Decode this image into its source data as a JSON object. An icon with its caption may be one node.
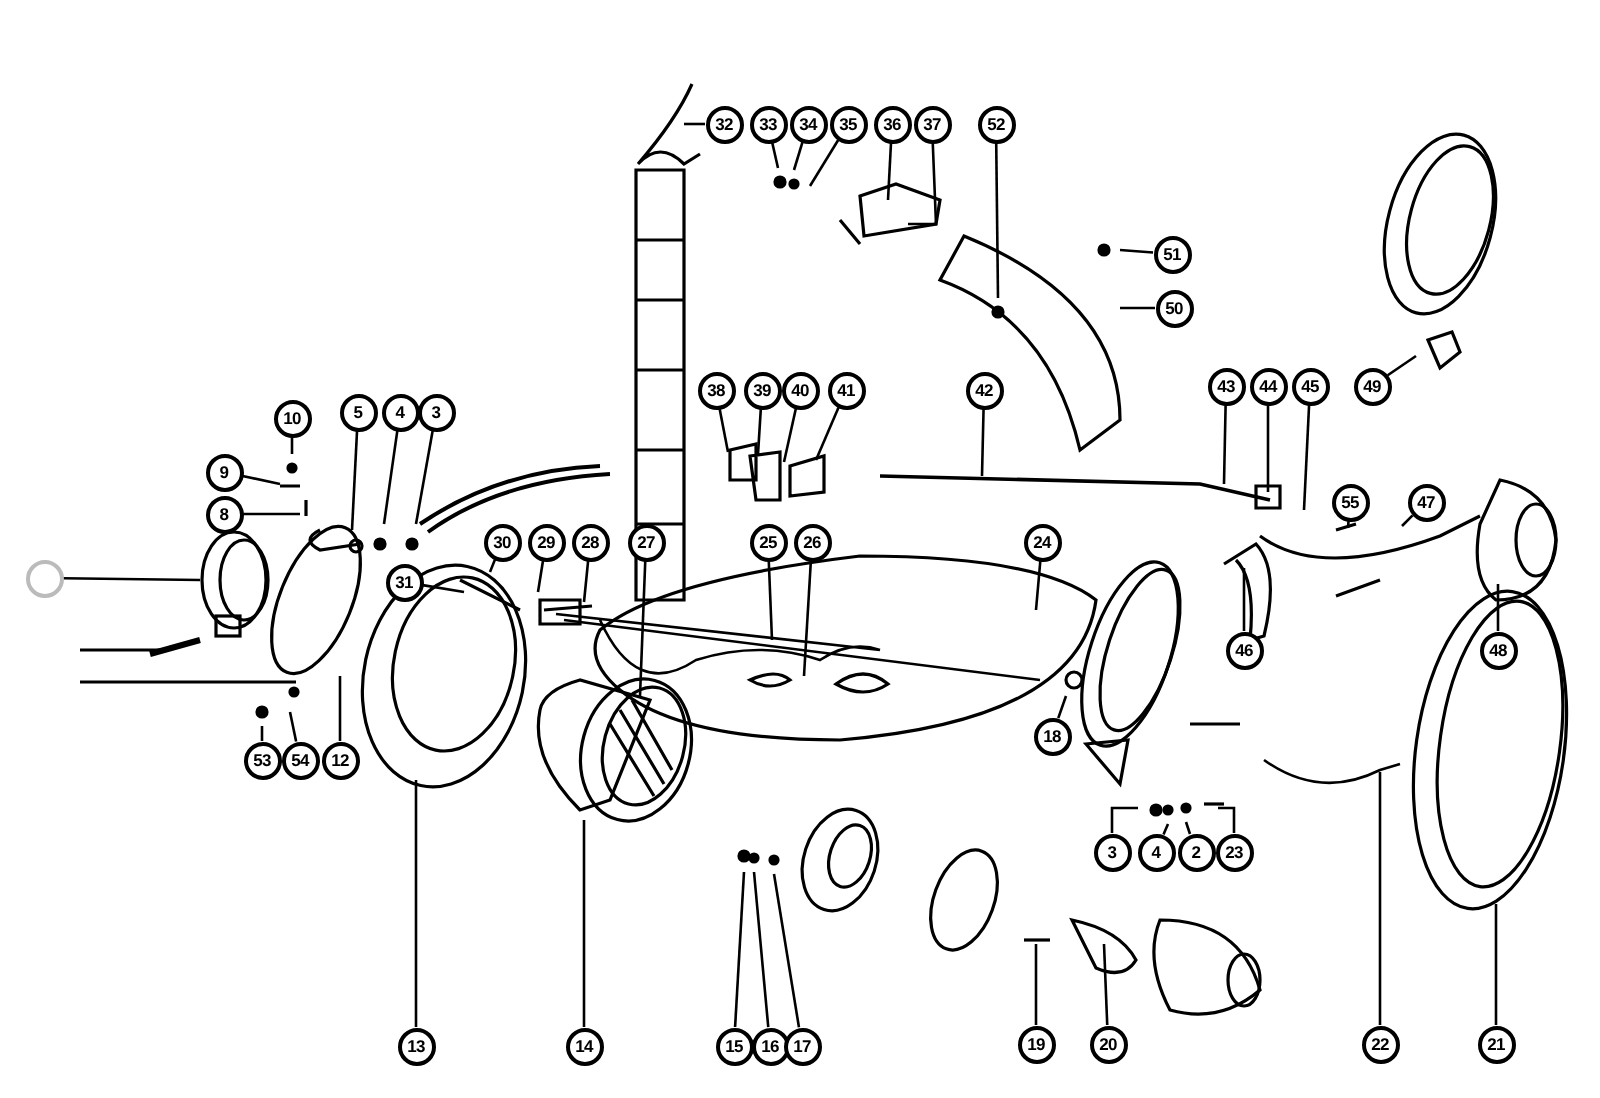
{
  "diagram": {
    "nodes": [
      {
        "text": [],
        "shape": "circle"
      },
      {
        "text": [
          "10"
        ]
      },
      {
        "text": [
          "9"
        ]
      },
      {
        "text": [
          "8"
        ]
      },
      {
        "text": [
          "5"
        ]
      },
      {
        "text": [
          "4"
        ]
      },
      {
        "text": [
          "3"
        ]
      },
      {
        "text": [
          "31"
        ]
      },
      {
        "text": [
          "30"
        ]
      },
      {
        "text": [
          "29"
        ]
      },
      {
        "text": [
          "28"
        ]
      },
      {
        "text": [
          "27"
        ]
      },
      {
        "text": [
          "25"
        ]
      },
      {
        "text": [
          "26"
        ]
      },
      {
        "text": [
          "24"
        ]
      },
      {
        "text": [
          "18"
        ]
      },
      {
        "text": [
          "32"
        ]
      },
      {
        "text": [
          "33"
        ]
      },
      {
        "text": [
          "34"
        ]
      },
      {
        "text": [
          "35"
        ]
      },
      {
        "text": [
          "36"
        ]
      },
      {
        "text": [
          "37"
        ]
      },
      {
        "text": [
          "52"
        ]
      },
      {
        "text": [
          "51"
        ]
      },
      {
        "text": [
          "50"
        ]
      },
      {
        "text": [
          "38"
        ]
      },
      {
        "text": [
          "39"
        ]
      },
      {
        "text": [
          "40"
        ]
      },
      {
        "text": [
          "41"
        ]
      },
      {
        "text": [
          "42"
        ]
      },
      {
        "text": [
          "43"
        ]
      },
      {
        "text": [
          "44"
        ]
      },
      {
        "text": [
          "45"
        ]
      },
      {
        "text": [
          "49"
        ]
      },
      {
        "text": [
          "55"
        ]
      },
      {
        "text": [
          "47"
        ]
      },
      {
        "text": [
          "46"
        ]
      },
      {
        "text": [
          "48"
        ]
      },
      {
        "text": [
          "53"
        ]
      },
      {
        "text": [
          "54"
        ]
      },
      {
        "text": [
          "12"
        ]
      },
      {
        "text": [
          "13"
        ]
      },
      {
        "text": [
          "14"
        ]
      },
      {
        "text": [
          "15"
        ]
      },
      {
        "text": [
          "16"
        ]
      },
      {
        "text": [
          "17"
        ]
      },
      {
        "text": [
          "3"
        ]
      },
      {
        "text": [
          "4"
        ]
      },
      {
        "text": [
          "2"
        ]
      },
      {
        "text": [
          "23"
        ]
      },
      {
        "text": [
          "22"
        ]
      },
      {
        "text": [
          "21"
        ]
      },
      {
        "text": [
          "19"
        ]
      },
      {
        "text": [
          "20"
        ]
      }
    ],
    "edges": [
      {
        "from": 0,
        "to": null,
        "arrow": "none"
      },
      {
        "from": 1,
        "to": null,
        "arrow": "none"
      },
      {
        "from": 2,
        "to": null,
        "arrow": "none"
      },
      {
        "from": 3,
        "to": null,
        "arrow": "none"
      },
      {
        "from": 4,
        "to": null,
        "arrow": "none"
      },
      {
        "from": 5,
        "to": null,
        "arrow": "none"
      },
      {
        "from": 6,
        "to": null,
        "arrow": "none"
      },
      {
        "from": 7,
        "to": null,
        "arrow": "none"
      },
      {
        "from": 8,
        "to": null,
        "arrow": "none"
      },
      {
        "from": 9,
        "to": null,
        "arrow": "none"
      },
      {
        "from": 10,
        "to": null,
        "arrow": "none"
      },
      {
        "from": 11,
        "to": null,
        "arrow": "none"
      },
      {
        "from": 12,
        "to": null,
        "arrow": "none"
      },
      {
        "from": 13,
        "to": null,
        "arrow": "none"
      },
      {
        "from": 14,
        "to": null,
        "arrow": "none"
      },
      {
        "from": 15,
        "to": null,
        "arrow": "none"
      },
      {
        "from": 16,
        "to": null,
        "arrow": "none"
      },
      {
        "from": 17,
        "to": null,
        "arrow": "none"
      },
      {
        "from": 18,
        "to": null,
        "arrow": "none"
      },
      {
        "from": 19,
        "to": null,
        "arrow": "none"
      },
      {
        "from": 20,
        "to": null,
        "arrow": "none"
      },
      {
        "from": 21,
        "to": null,
        "arrow": "none"
      },
      {
        "from": 22,
        "to": null,
        "arrow": "none"
      },
      {
        "from": 23,
        "to": null,
        "arrow": "none"
      },
      {
        "from": 24,
        "to": null,
        "arrow": "none"
      },
      {
        "from": 25,
        "to": null,
        "arrow": "none"
      },
      {
        "from": 26,
        "to": null,
        "arrow": "none"
      },
      {
        "from": 27,
        "to": null,
        "arrow": "none"
      },
      {
        "from": 28,
        "to": null,
        "arrow": "none"
      },
      {
        "from": 29,
        "to": null,
        "arrow": "none"
      },
      {
        "from": 30,
        "to": null,
        "arrow": "none"
      },
      {
        "from": 31,
        "to": null,
        "arrow": "none"
      },
      {
        "from": 32,
        "to": null,
        "arrow": "none"
      },
      {
        "from": 33,
        "to": null,
        "arrow": "none"
      },
      {
        "from": 34,
        "to": null,
        "arrow": "none"
      },
      {
        "from": 35,
        "to": null,
        "arrow": "none"
      },
      {
        "from": 36,
        "to": null,
        "arrow": "none"
      },
      {
        "from": 37,
        "to": null,
        "arrow": "none"
      },
      {
        "from": 38,
        "to": null,
        "arrow": "none"
      },
      {
        "from": 39,
        "to": null,
        "arrow": "none"
      },
      {
        "from": 40,
        "to": null,
        "arrow": "none"
      },
      {
        "from": 41,
        "to": null,
        "arrow": "none"
      },
      {
        "from": 42,
        "to": null,
        "arrow": "none"
      },
      {
        "from": 43,
        "to": null,
        "arrow": "none"
      },
      {
        "from": 44,
        "to": null,
        "arrow": "none"
      },
      {
        "from": 45,
        "to": null,
        "arrow": "none"
      },
      {
        "from": 46,
        "to": null,
        "arrow": "none"
      },
      {
        "from": 47,
        "to": null,
        "arrow": "none"
      },
      {
        "from": 48,
        "to": null,
        "arrow": "none"
      },
      {
        "from": 49,
        "to": null,
        "arrow": "none"
      },
      {
        "from": 50,
        "to": null,
        "arrow": "none"
      },
      {
        "from": 51,
        "to": null,
        "arrow": "none"
      },
      {
        "from": 52,
        "to": null,
        "arrow": "none"
      },
      {
        "from": 53,
        "to": null,
        "arrow": "none"
      }
    ]
  }
}
